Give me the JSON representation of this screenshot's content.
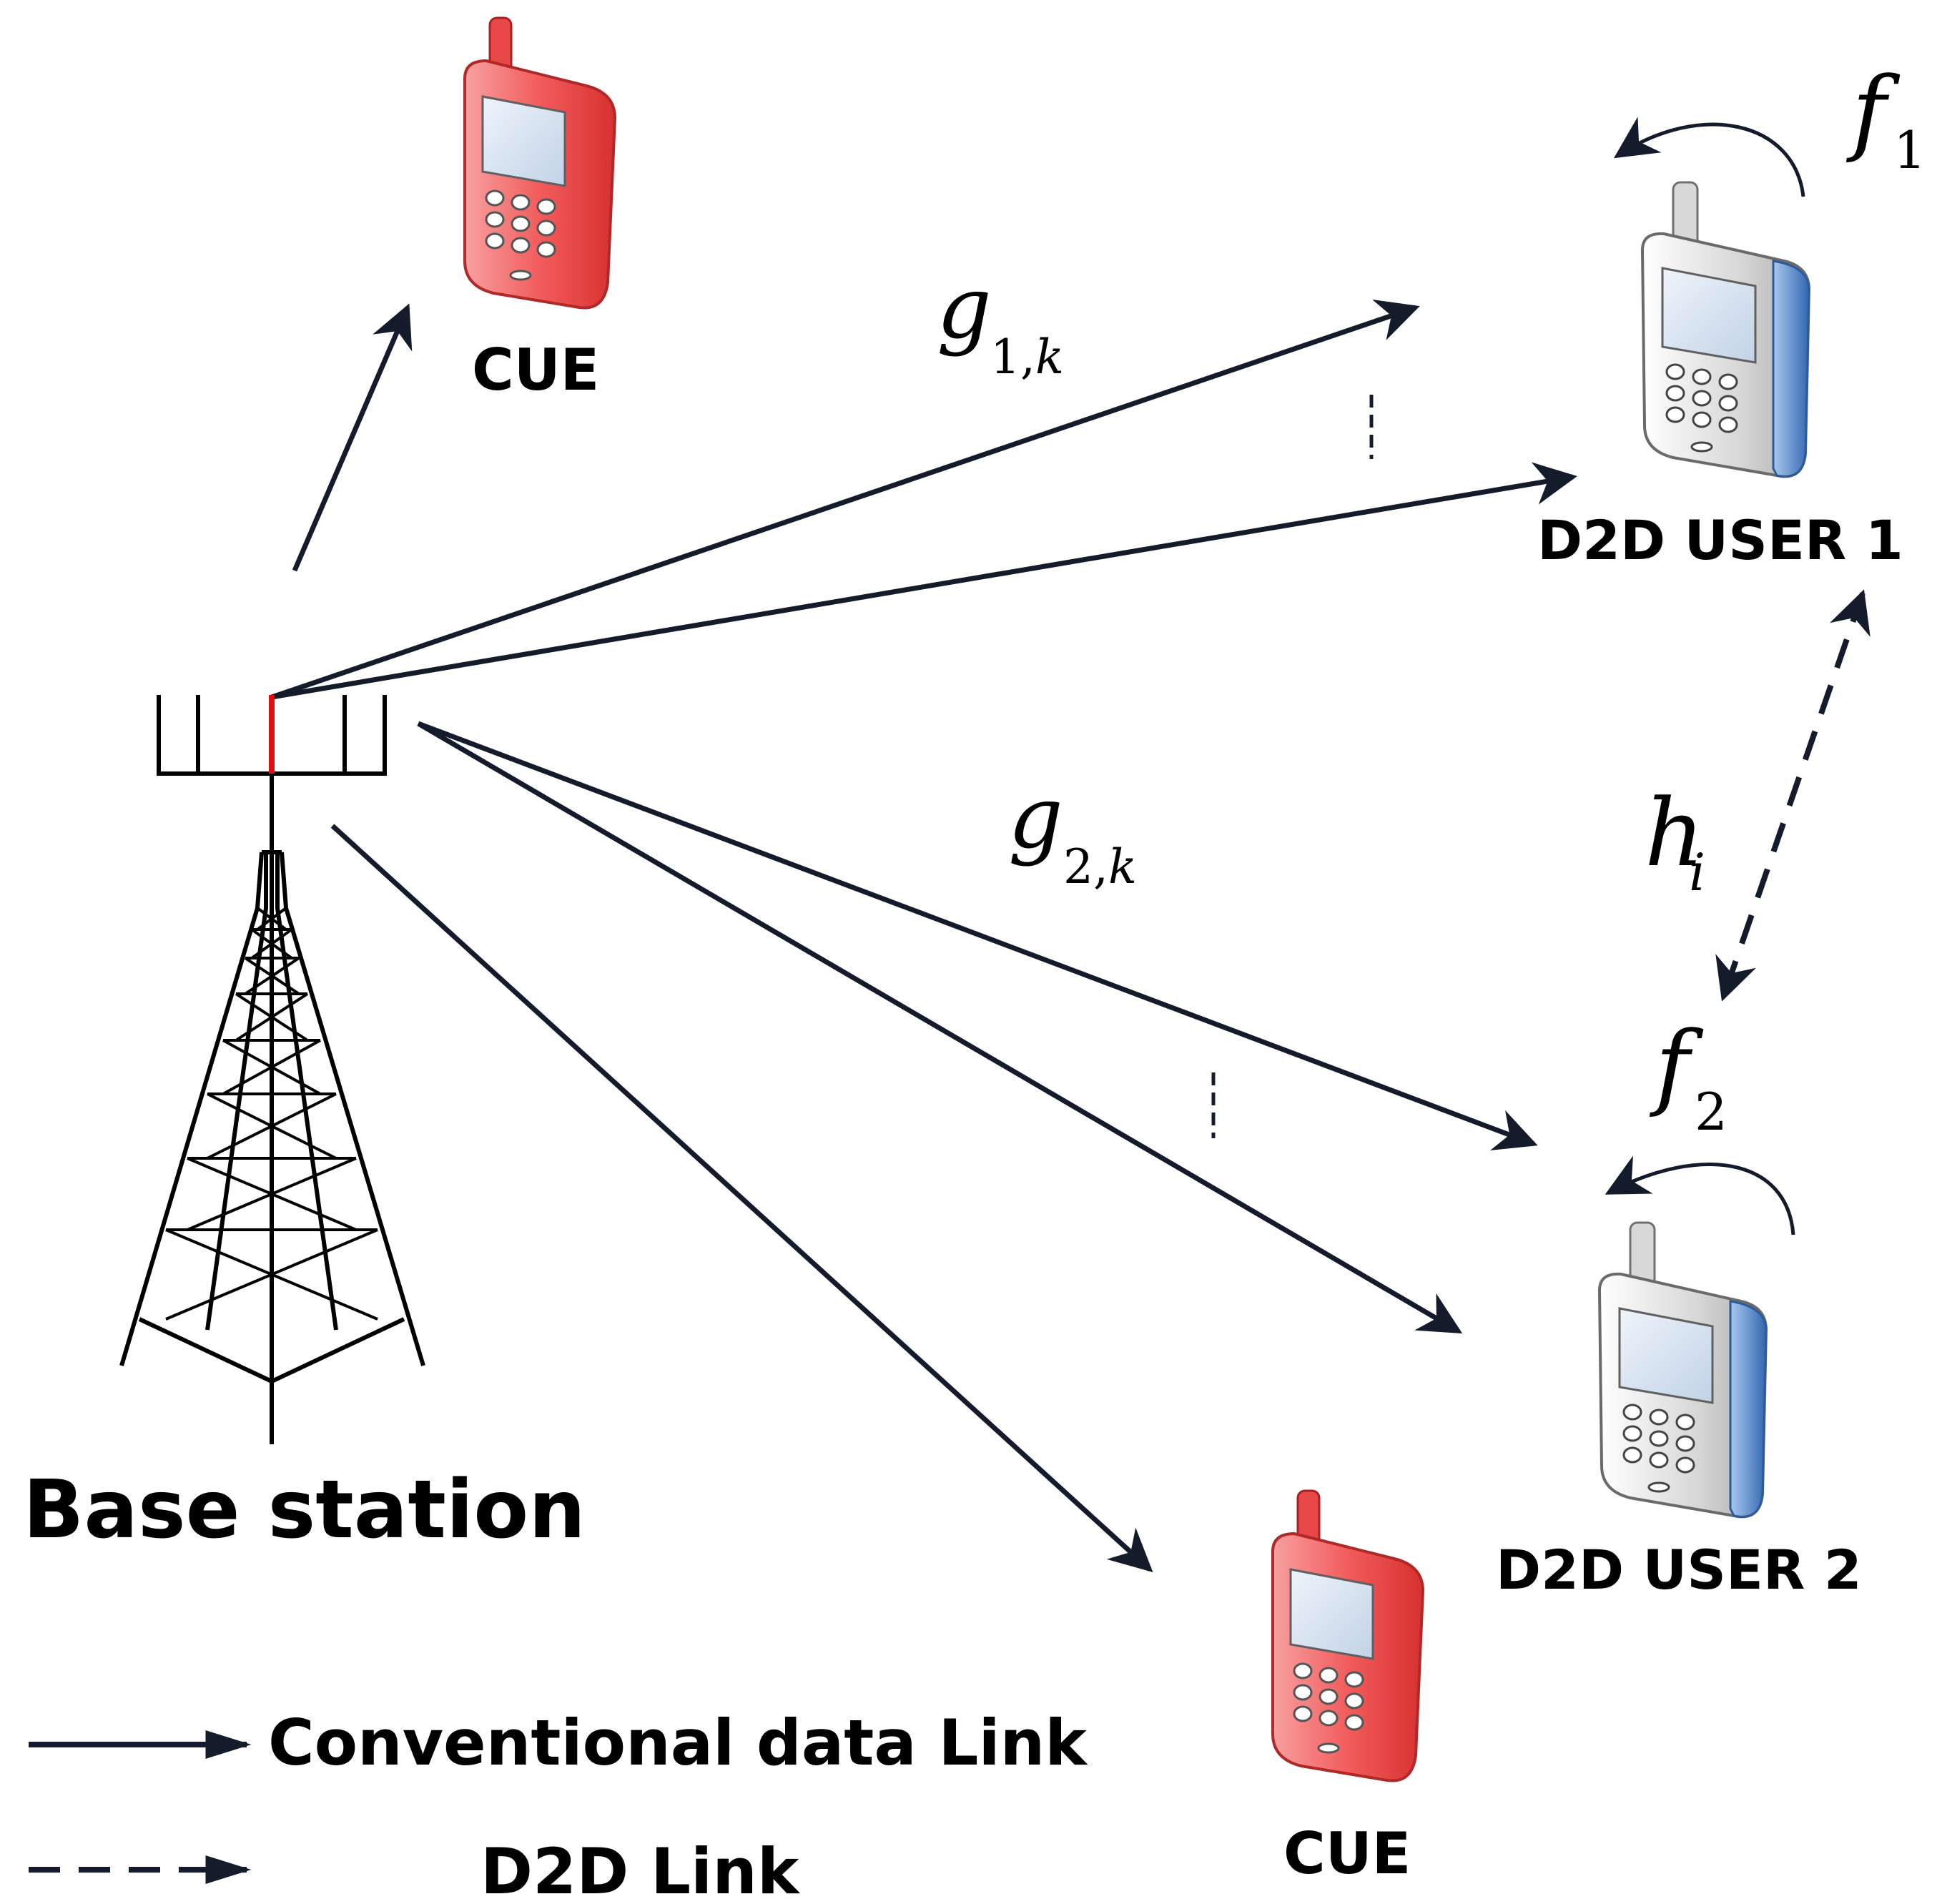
{
  "labels": {
    "cue_top": "CUE",
    "cue_bottom": "CUE",
    "d2d_user_1": "D2D USER 1",
    "d2d_user_2": "D2D USER 2",
    "base_station": "Base station"
  },
  "math": {
    "g1k_main": "g",
    "g1k_sub": "1,",
    "g1k_k": "k",
    "g2k_main": "g",
    "g2k_sub": "2,",
    "g2k_k": "k",
    "f1_main": "f",
    "f1_sub": "1",
    "f2_main": "f",
    "f2_sub": "2",
    "hi_main": "h",
    "hi_sub": "i"
  },
  "legend": {
    "conventional_label": "Conventional data Link",
    "d2d_label": "D2D Link"
  },
  "colors": {
    "link": "#141c2c",
    "cue_phone": "#f04848",
    "d2d_phone_accent": "#3f7fcf",
    "tower": "#000000",
    "tower_center": "#e01010"
  }
}
